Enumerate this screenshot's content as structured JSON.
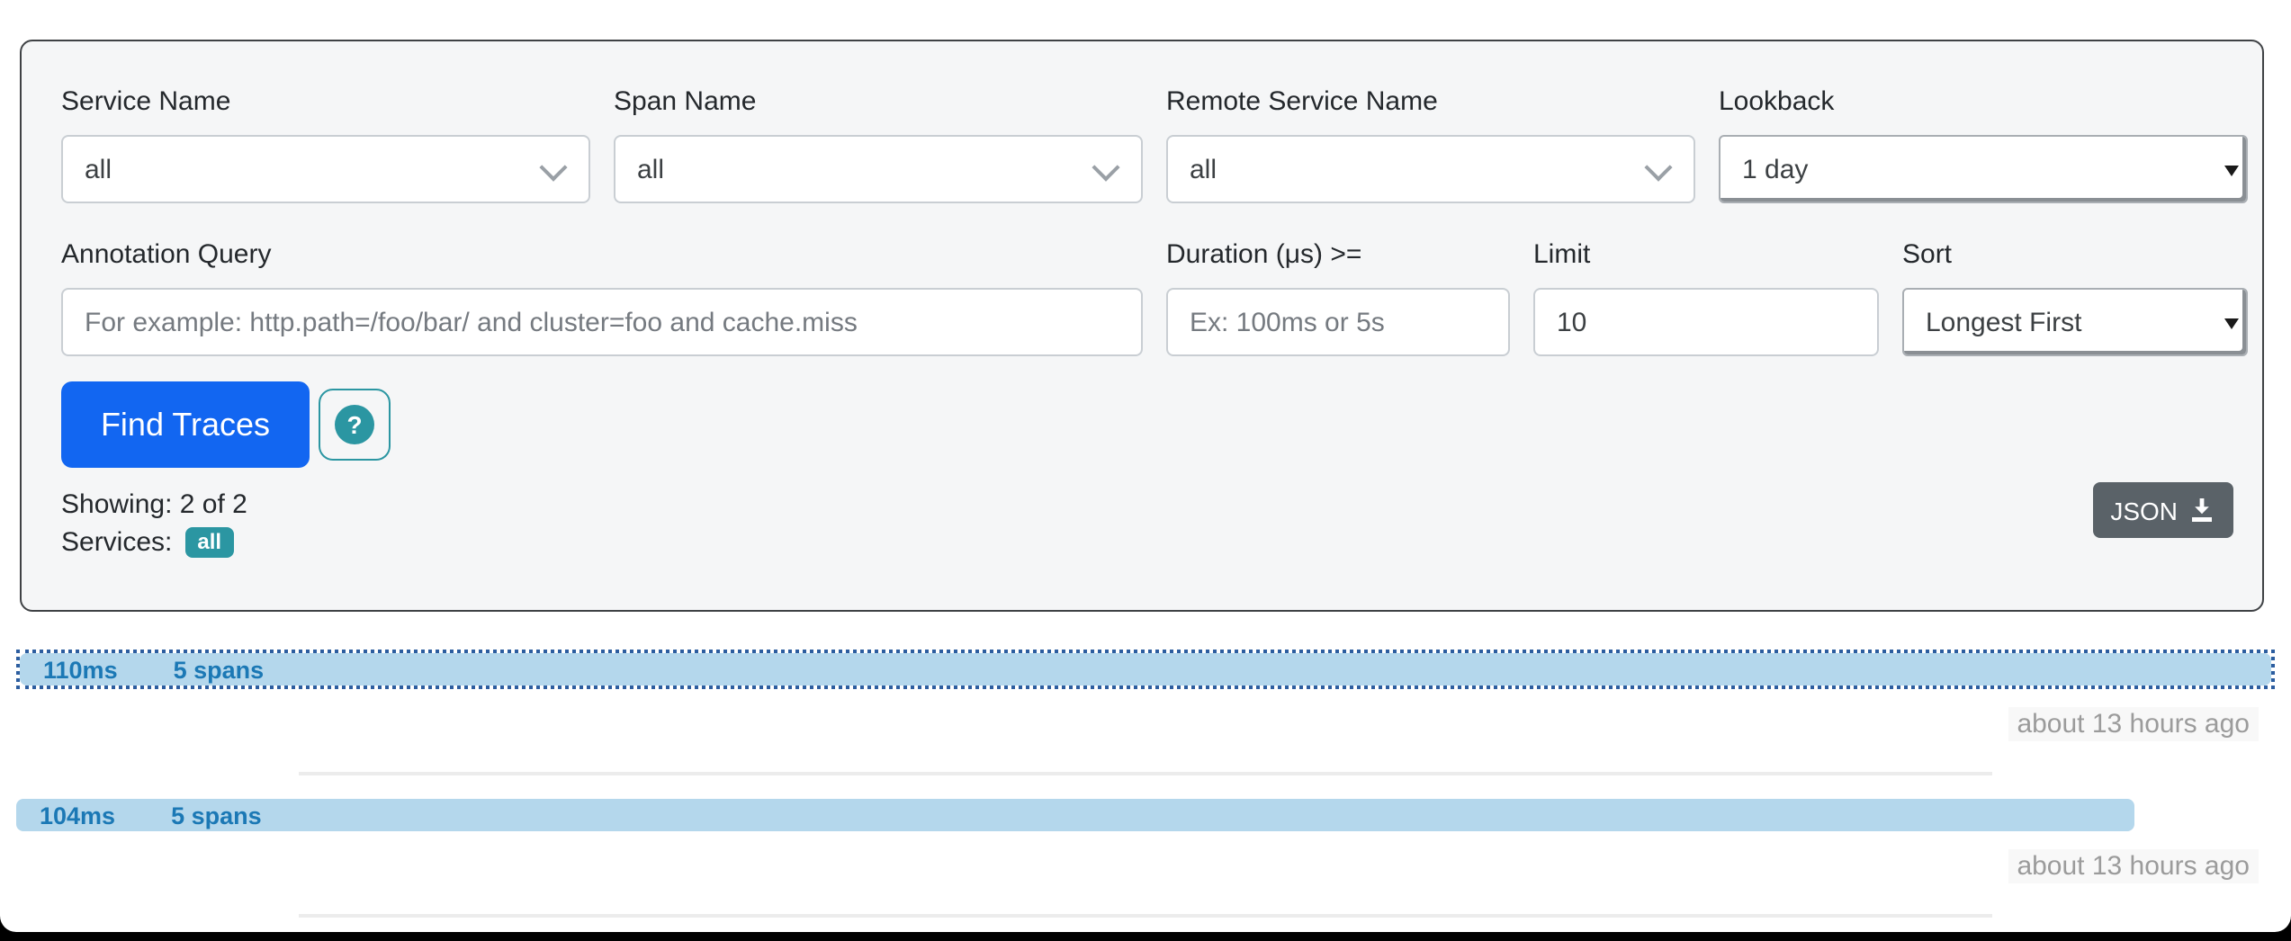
{
  "form": {
    "fields": {
      "service_name": {
        "label": "Service Name",
        "value": "all"
      },
      "span_name": {
        "label": "Span Name",
        "value": "all"
      },
      "remote_service_name": {
        "label": "Remote Service Name",
        "value": "all"
      },
      "lookback": {
        "label": "Lookback",
        "value": "1 day"
      },
      "annotation_query": {
        "label": "Annotation Query",
        "placeholder": "For example: http.path=/foo/bar/ and cluster=foo and cache.miss"
      },
      "duration": {
        "label": "Duration (μs) >=",
        "placeholder": "Ex: 100ms or 5s"
      },
      "limit": {
        "label": "Limit",
        "value": "10"
      },
      "sort": {
        "label": "Sort",
        "value": "Longest First"
      }
    },
    "find_traces_label": "Find Traces",
    "help_icon_glyph": "?",
    "showing_text": "Showing: 2 of 2",
    "services_label": "Services:",
    "services_badge": "all",
    "json_button_label": "JSON"
  },
  "traces": [
    {
      "duration": "110ms",
      "spans": "5 spans",
      "age": "about 13 hours ago",
      "width_pct": 100,
      "selected": true
    },
    {
      "duration": "104ms",
      "spans": "5 spans",
      "age": "about 13 hours ago",
      "width_pct": 93.8,
      "selected": false
    }
  ],
  "colors": {
    "accent_blue": "#1266f1",
    "teal": "#2b96a2",
    "bar_fill": "#b4d7ec",
    "bar_text": "#1b78b5",
    "selected_outline": "#2c5d9f",
    "json_button_bg": "#5a6268"
  }
}
